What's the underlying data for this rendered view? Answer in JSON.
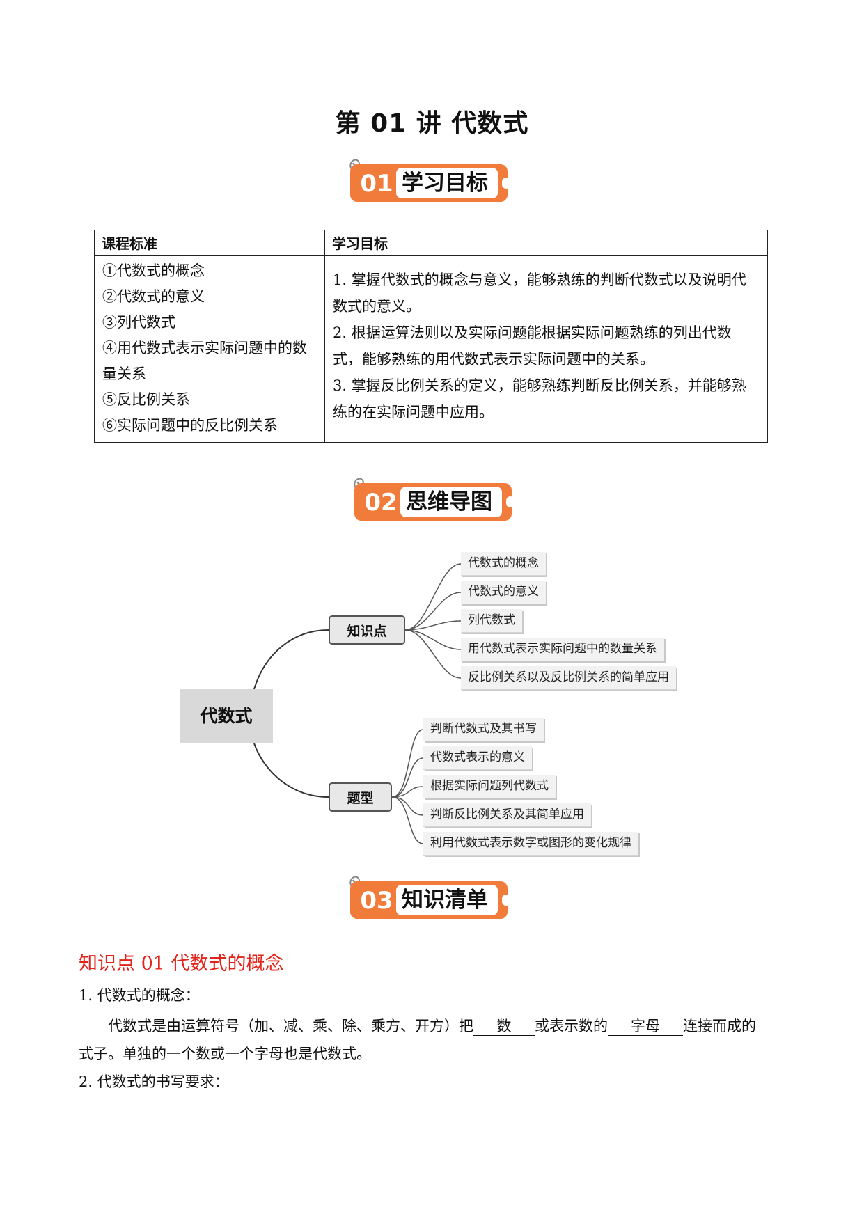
{
  "title": "第 01 讲  代数式",
  "sections": [
    {
      "num": "01",
      "label": "学习目标"
    },
    {
      "num": "02",
      "label": "思维导图"
    },
    {
      "num": "03",
      "label": "知识清单"
    }
  ],
  "table": {
    "headers": [
      "课程标准",
      "学习目标"
    ],
    "standards": [
      "①代数式的概念",
      "②代数式的意义",
      "③列代数式",
      "④用代数式表示实际问题中的数",
      "量关系",
      "⑤反比例关系",
      "⑥实际问题中的反比例关系"
    ],
    "objectives": [
      "1. 掌握代数式的概念与意义，能够熟练的判断代数式以及说明代",
      "数式的意义。",
      "2. 根据运算法则以及实际问题能根据实际问题熟练的列出代数",
      "式，能够熟练的用代数式表示实际问题中的关系。",
      "3. 掌握反比例关系的定义，能够熟练判断反比例关系，并能够熟",
      "练的在实际问题中应用。"
    ]
  },
  "mindmap": {
    "root": "代数式",
    "branches": [
      {
        "label": "知识点",
        "leaves": [
          "代数式的概念",
          "代数式的意义",
          "列代数式",
          "用代数式表示实际问题中的数量关系",
          "反比例关系以及反比例关系的简单应用"
        ]
      },
      {
        "label": "题型",
        "leaves": [
          "判断代数式及其书写",
          "代数式表示的意义",
          "根据实际问题列代数式",
          "判断反比例关系及其简单应用",
          "利用代数式表示数字或图形的变化规律"
        ]
      }
    ]
  },
  "knowledge": {
    "heading": "知识点 01  代数式的概念",
    "item1_title": "1. 代数式的概念：",
    "para_a": "代数式是由运算符号（加、减、乘、除、乘方、开方）把",
    "blank1": "数",
    "para_b": "或表示数的",
    "blank2": "字母",
    "para_c": "连接而成的",
    "para_line2": "式子。单独的一个数或一个字母也是代数式。",
    "item2_title": "2.  代数式的书写要求："
  },
  "colors": {
    "badge": "#f07b3b",
    "heading_red": "#e2231a"
  }
}
